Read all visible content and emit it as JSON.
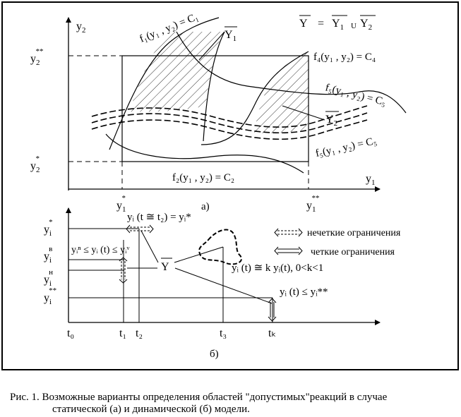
{
  "caption": {
    "line1": "Рис. 1. Возможные варианты определения областей \"допустимых\"реакций в случае",
    "line2": "статической (а) и динамической (б) модели."
  },
  "panel_a": {
    "sublabel": "а)",
    "axis_y": "y",
    "axis_y_sub": "2",
    "axis_x": "y",
    "axis_x_sub": "1",
    "y2_upper": {
      "base": "y",
      "sub": "2",
      "sup": "**"
    },
    "y2_lower": {
      "base": "y",
      "sub": "2",
      "sup": "*"
    },
    "y1_left": {
      "base": "y",
      "sub": "1",
      "sup": "*"
    },
    "y1_right": {
      "base": "y",
      "sub": "1",
      "sup": "**"
    },
    "formula": {
      "Y": "Y",
      "eq": "=",
      "Y1": "Y",
      "Y1sub": "1",
      "union": "U",
      "Y2": "Y",
      "Y2sub": "2"
    },
    "region_y1": {
      "Y": "Y",
      "sub": "1"
    },
    "region_y2": {
      "Y": "Y",
      "sub": "2"
    },
    "curves": {
      "f1": "f₁(y₁ , y₂) = C₁",
      "f4": "f₄(y₁ , y₂) = C₄",
      "f5a": "f₅(y₁ , y₂) = C₅",
      "f5b": "f₅(y₁ , y₂) = C₅",
      "f2": "f₂(y₁ , y₂) = C₂"
    }
  },
  "panel_b": {
    "sublabel": "б)",
    "y_labels": {
      "star": {
        "base": "y",
        "sub": "i",
        "sup": "*"
      },
      "upper_v": {
        "base": "y",
        "sub": "i",
        "sup": "в"
      },
      "lower_n": {
        "base": "y",
        "sub": "i",
        "sup": "н"
      },
      "dstar": {
        "base": "y",
        "sub": "i",
        "sup": "**"
      }
    },
    "t_labels": {
      "t0": "t₀",
      "t1": "t₁",
      "t2": "t₂",
      "t3": "t₃",
      "tk": "tₖ"
    },
    "ann_top": "yᵢ (t ≅ t₂) = yᵢ*",
    "ann_range": "yᵢⁿ ≤ yᵢ (t) ≤ yᵢᵛ",
    "ann_k": "yᵢ (t) ≅ k yᵢ(t),  0<k<1",
    "ann_dstar": "yᵢ (t) ≤ yᵢ**",
    "Ylabel": "Y",
    "legend": {
      "fuzzy": "нечеткие ограничения",
      "crisp": "четкие ограничения"
    }
  }
}
